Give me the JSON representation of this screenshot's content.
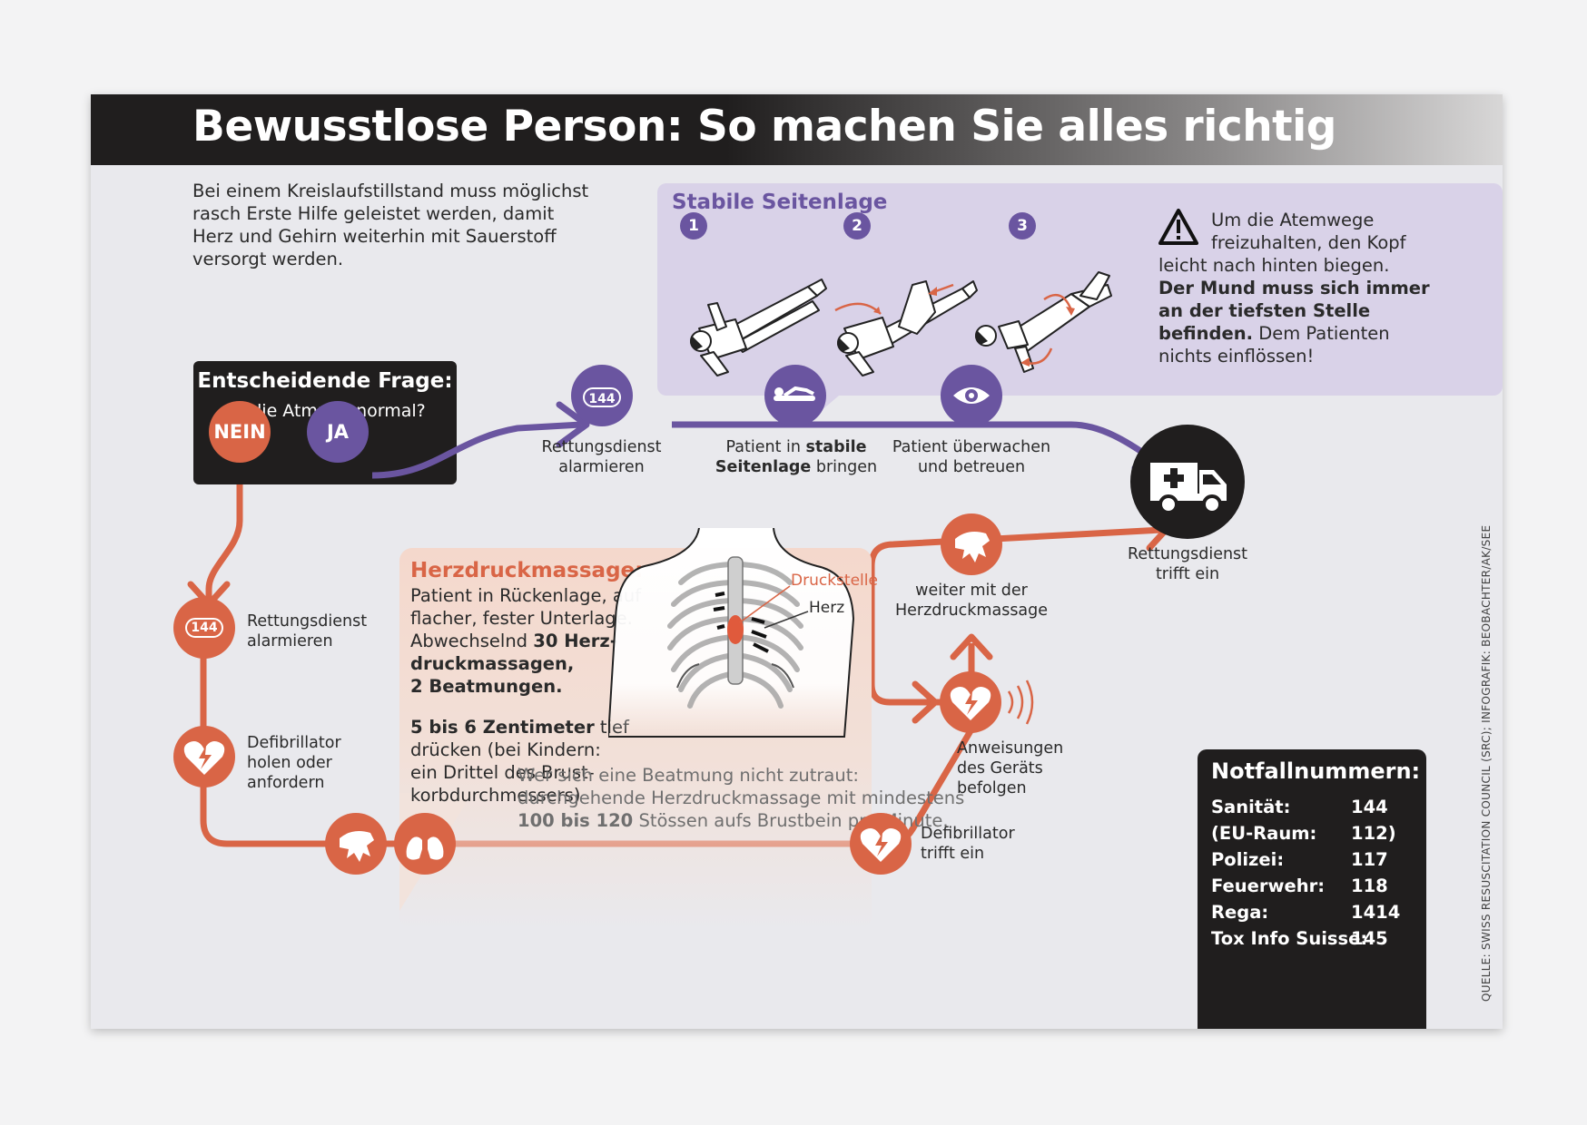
{
  "title": "Bewusstlose Person: So machen Sie alles richtig",
  "intro": [
    "Bei einem Kreislaufstillstand muss möglichst",
    "rasch Erste Hilfe geleistet werden, damit",
    "Herz und Gehirn weiterhin mit Sauerstoff",
    "versorgt werden."
  ],
  "stable": {
    "title": "Stabile Seitenlage",
    "steps": [
      "1",
      "2",
      "3"
    ],
    "warn_lines": [
      "Um die Atemwege",
      "freizuhalten, den Kopf",
      "leicht nach hinten biegen."
    ],
    "warn_bold": [
      "Der Mund muss sich immer",
      "an der tiefsten Stelle",
      "befinden."
    ],
    "warn_tail": [
      " Dem Patienten",
      "nichts einflössen!"
    ]
  },
  "question": {
    "title": "Entscheidende Frage:",
    "text": "Ist die Atmung normal?",
    "no": "NEIN",
    "yes": "JA"
  },
  "yes_path": {
    "badge": "144",
    "step1": [
      "Rettungsdienst",
      "alarmieren"
    ],
    "step2_a": "Patient in ",
    "step2_b": "stabile",
    "step2_c": "Seitenlage",
    "step2_d": " bringen",
    "step3": [
      "Patient überwachen",
      "und betreuen"
    ]
  },
  "ambulance": [
    "Rettungsdienst",
    "trifft ein"
  ],
  "no_path": {
    "badge": "144",
    "alarm": [
      "Rettungsdienst",
      "alarmieren"
    ],
    "defi": [
      "Defibrillator",
      "holen oder",
      "anfordern"
    ],
    "defi_arrives": [
      "Defibrillator",
      "trifft ein"
    ],
    "instructions": [
      "Anweisungen",
      "des Geräts",
      "befolgen"
    ],
    "continue": [
      "weiter mit der",
      "Herzdruckmassage"
    ]
  },
  "cpr": {
    "title": "Herzdruckmassage:",
    "l1": "Patient in Rückenlage, auf",
    "l2": "flacher, fester Unterlage.",
    "l3a": "Abwechselnd ",
    "l3b": "30 Herz-",
    "l4": "druckmassagen,",
    "l5": "2 Beatmungen.",
    "l6a": "5 bis 6 Zentimeter",
    "l6b": " tief",
    "l7": "drücken (bei Kindern:",
    "l8": "ein Drittel des Brust-",
    "l9": "korbdurchmessers)",
    "pressure_label": "Druckstelle",
    "heart_label": "Herz"
  },
  "note": {
    "l1": "Wer sich eine Beatmung nicht zutraut:",
    "l2": "durchgehende Herzdruckmassage mit mindestens",
    "l3a": "100 bis 120",
    "l3b": " Stössen aufs Brustbein pro Minute."
  },
  "emergency": {
    "title": "Notfallnummern:",
    "rows": [
      {
        "name": "Sanität:",
        "number": "144"
      },
      {
        "name": "(EU-Raum:",
        "number": "112)"
      },
      {
        "name": "Polizei:",
        "number": "117"
      },
      {
        "name": "Feuerwehr:",
        "number": "118"
      },
      {
        "name": "Rega:",
        "number": "1414"
      },
      {
        "name": "Tox Info Suisse:",
        "number": "145"
      }
    ]
  },
  "source": "QUELLE: SWISS RESUSCITATION COUNCIL (SRC); INFOGRAFIK: BEOBACHTER/AK/SEE",
  "colors": {
    "purple": "#6a55a0",
    "orange": "#d96546",
    "dark": "#201e1e",
    "light_purple": "#d9d2e8"
  }
}
